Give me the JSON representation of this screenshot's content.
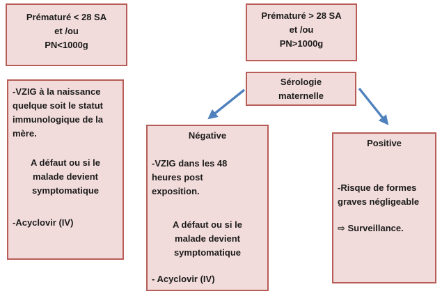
{
  "diagram": {
    "top_left_box": {
      "text": "Prématuré < 28 SA\net /ou\nPN<1000g"
    },
    "top_right_box": {
      "text": "Prématuré > 28 SA\net /ou\nPN>1000g"
    },
    "serologie_box": {
      "text": "Sérologie\nmaternelle"
    },
    "left_main_box": {
      "para1": "-VZIG à la naissance\nquelque soit le statut\nimmunologique de la\nmère.",
      "para2": "A défaut ou si le\nmalade devient\nsymptomatique",
      "para3": "-Acyclovir (IV)"
    },
    "negative_box": {
      "title": "Négative",
      "para1": "-VZIG dans les 48\nheures post\nexposition.",
      "para2": "A défaut ou si le\nmalade devient\nsymptomatique",
      "para3": "- Acyclovir (IV)"
    },
    "positive_box": {
      "title": "Positive",
      "para1": "-Risque de formes\ngraves négligeable",
      "para2": "⇨ Surveillance."
    },
    "colors": {
      "box_fill": "#f2dcdb",
      "box_border": "#b85c58",
      "arrow_blue": "#4f81bd",
      "text": "#1b1b1b"
    }
  }
}
